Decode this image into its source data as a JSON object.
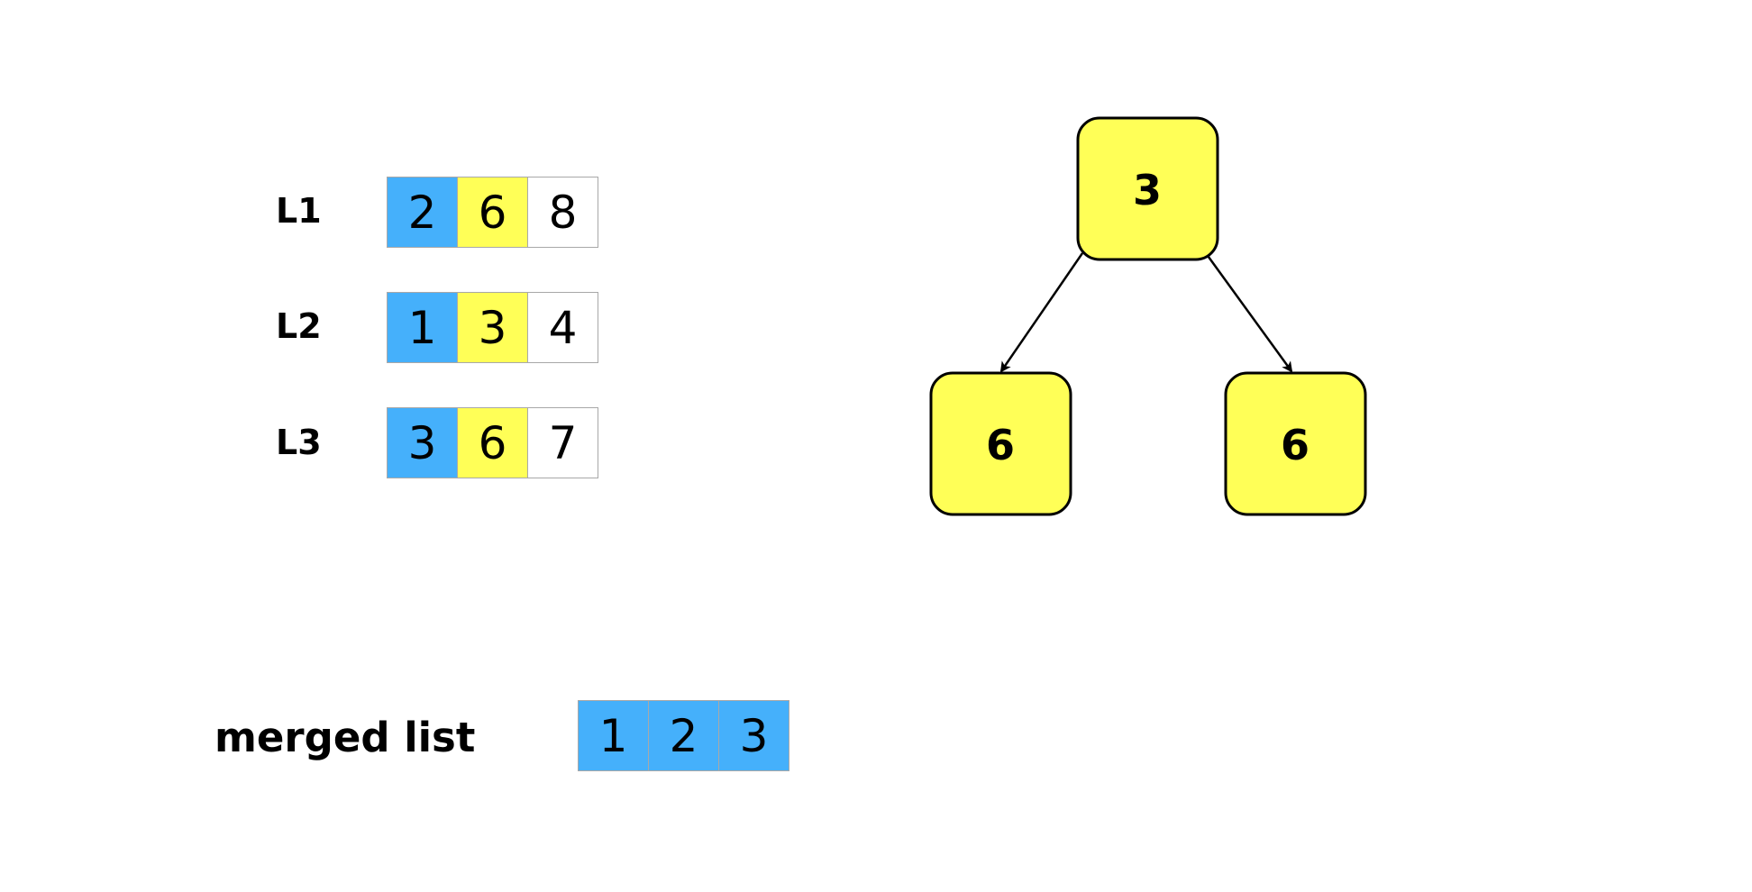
{
  "colors": {
    "blue": "#45b0fb",
    "yellow": "#ffff57",
    "white": "#ffffff",
    "cell_border": "#a8a8a8",
    "node_border": "#000000"
  },
  "lists": [
    {
      "label": "L1",
      "cells": [
        {
          "value": "2",
          "color": "blue"
        },
        {
          "value": "6",
          "color": "yellow"
        },
        {
          "value": "8",
          "color": "white"
        }
      ]
    },
    {
      "label": "L2",
      "cells": [
        {
          "value": "1",
          "color": "blue"
        },
        {
          "value": "3",
          "color": "yellow"
        },
        {
          "value": "4",
          "color": "white"
        }
      ]
    },
    {
      "label": "L3",
      "cells": [
        {
          "value": "3",
          "color": "blue"
        },
        {
          "value": "6",
          "color": "yellow"
        },
        {
          "value": "7",
          "color": "white"
        }
      ]
    }
  ],
  "tree": {
    "root": {
      "value": "3"
    },
    "left": {
      "value": "6"
    },
    "right": {
      "value": "6"
    }
  },
  "merged": {
    "label": "merged list",
    "cells": [
      {
        "value": "1",
        "color": "blue"
      },
      {
        "value": "2",
        "color": "blue"
      },
      {
        "value": "3",
        "color": "blue"
      }
    ]
  }
}
